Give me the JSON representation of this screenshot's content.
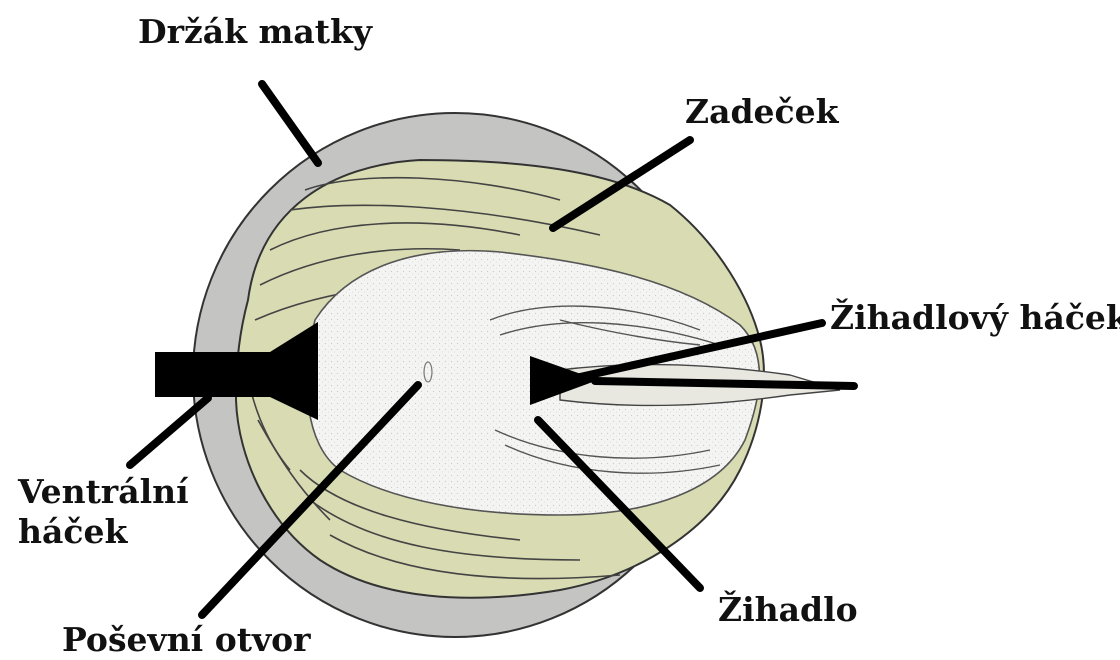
{
  "labels": {
    "queen_holder": "Držák matky",
    "abdomen": "Zadeček",
    "sting_hook": "Žihadlový háček",
    "ventral_hook_line1": "Ventrální",
    "ventral_hook_line2": "háček",
    "sting": "Žihadlo",
    "vaginal_opening": "Poševní otvor"
  },
  "colors": {
    "holder_ring": "#c4c4c2",
    "abdomen_segments": "#d9dbb2",
    "interior": "#f4f4f2",
    "outline": "#333333",
    "pointer_lines": "#000000"
  }
}
